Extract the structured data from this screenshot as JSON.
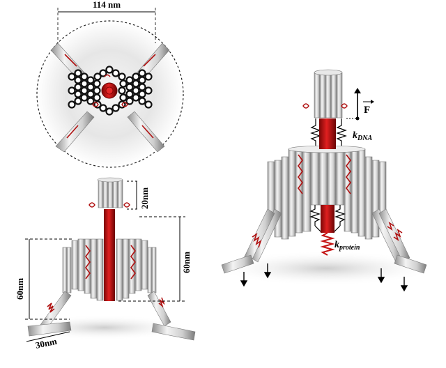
{
  "labels": {
    "top_width": "114 nm",
    "dim_20nm": "20nm",
    "dim_60nm_right": "60nm",
    "dim_60nm_left": "60nm",
    "dim_30nm": "30nm",
    "force_symbol": "F",
    "k_dna_base": "k",
    "k_dna_sub": "DNA",
    "k_protein_base": "k",
    "k_protein_sub": "protein"
  },
  "colors": {
    "protein_red": "#c41212",
    "origami_gray": "#d9d9d9",
    "dna_strand": "#b01010",
    "background": "#ffffff"
  }
}
